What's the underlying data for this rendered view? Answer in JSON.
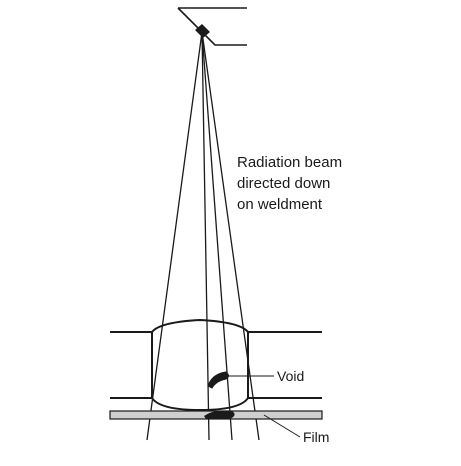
{
  "diagram": {
    "beam_label_lines": [
      "Radiation beam",
      "directed down",
      "on weldment"
    ],
    "void_label": "Void",
    "film_label": "Film",
    "colors": {
      "line": "#1a1a1a",
      "film_fill": "#cfcfcf",
      "background": "#ffffff"
    }
  }
}
